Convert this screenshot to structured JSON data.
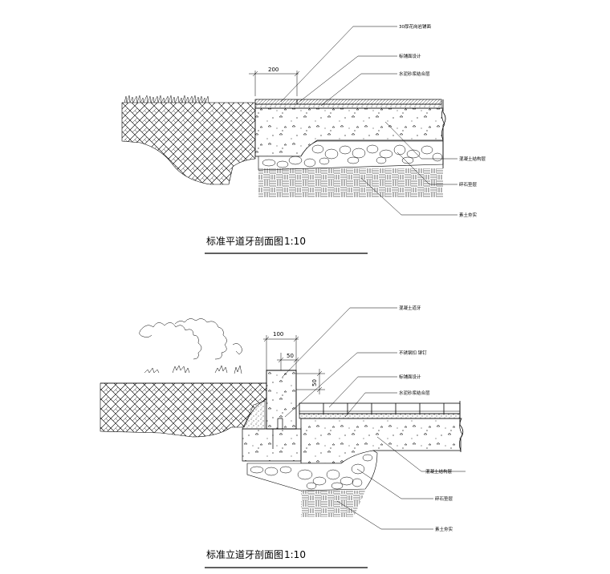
{
  "section1": {
    "title": "标准平道牙剖面图",
    "scale": "1:10",
    "dimension": "200",
    "labels": {
      "top_layer": "30厚花岗岩铺面",
      "marking": "标铺面设计",
      "mortar": "水泥砂浆结合层",
      "concrete": "混凝土结构层",
      "gravel": "碎石垫层",
      "soil": "素土夯实"
    }
  },
  "section2": {
    "title": "标准立道牙剖面图",
    "scale": "1:10",
    "dimensions": {
      "width": "100",
      "offset": "50",
      "height": "50"
    },
    "labels": {
      "curb": "混凝土道牙",
      "fixing": "不锈钢扣 铆钉",
      "marking": "标铺面设计",
      "mortar": "水泥砂浆结合层",
      "concrete": "混凝土结构层",
      "gravel": "碎石垫层",
      "soil": "素土夯实"
    }
  }
}
